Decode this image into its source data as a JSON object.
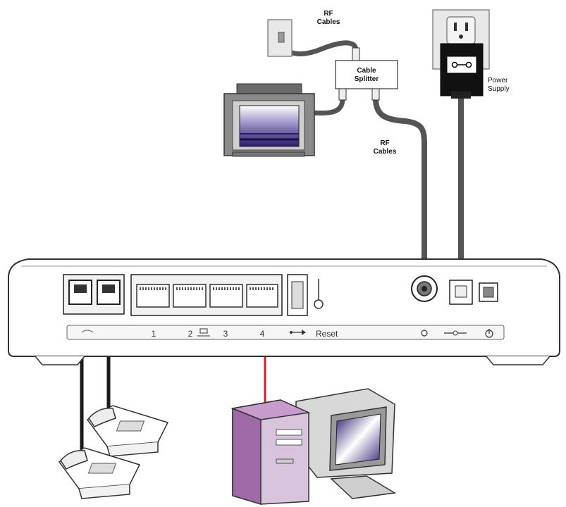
{
  "labels": {
    "rf_top_1": "RF",
    "rf_top_2": "Cables",
    "splitter_1": "Cable",
    "splitter_2": "Splitter",
    "rf_mid_1": "RF",
    "rf_mid_2": "Cables",
    "power_1": "Power",
    "power_2": "Supply"
  },
  "panel": {
    "port_1": "1",
    "port_2": "2",
    "port_3": "3",
    "port_4": "4",
    "reset": "Reset"
  },
  "colors": {
    "cable_gray": "#555555",
    "cable_black": "#1a1a1a",
    "ethernet_red": "#c0272d",
    "pc_tower": "#a06aa8",
    "tv_screen": "#3b2a7a"
  },
  "icons": [
    "wall-rf-outlet-icon",
    "tv-icon",
    "cable-splitter-icon",
    "power-outlet-icon",
    "power-adapter-icon",
    "router-icon",
    "telephone-icon",
    "pc-tower-icon",
    "monitor-icon",
    "usb-icon",
    "coax-connector-icon",
    "power-button-icon"
  ]
}
